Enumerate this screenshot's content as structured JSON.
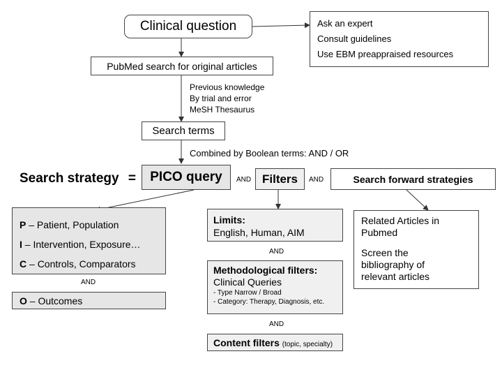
{
  "clinical_question": "Clinical question",
  "expert_options": [
    "Ask an expert",
    "Consult guidelines",
    "Use EBM preappraised resources"
  ],
  "pubmed_search": "PubMed search for original articles",
  "knowledge_sources": [
    "Previous knowledge",
    "By trial and error",
    "MeSH Thesaurus"
  ],
  "search_terms": "Search terms",
  "combined_by": "Combined by Boolean terms:  AND / OR",
  "strategy": {
    "label": "Search strategy",
    "equals": "=",
    "pico": "PICO query",
    "and1": "AND",
    "filters": "Filters",
    "and2": "AND",
    "forward": "Search forward strategies"
  },
  "pico_items": [
    {
      "letter": "P",
      "text": " – Patient, Population"
    },
    {
      "letter": "I",
      "text": " – Intervention, Exposure…"
    },
    {
      "letter": "C",
      "text": " – Controls, Comparators"
    }
  ],
  "pico_and": "AND",
  "outcomes": {
    "letter": "O",
    "text": " – Outcomes"
  },
  "limits": {
    "title": "Limits:",
    "text": "English, Human, AIM"
  },
  "limits_and": "AND",
  "methodological": {
    "title": "Methodological filters:",
    "subtitle": "Clinical Queries",
    "items": [
      "- Type Narrow / Broad",
      "- Category: Therapy, Diagnosis, etc."
    ]
  },
  "method_and": "AND",
  "content_filters": {
    "title": "Content filters",
    "detail": "(topic, specialty)"
  },
  "forward_box": {
    "line1": [
      "Related Articles in",
      "Pubmed"
    ],
    "line2": [
      "Screen the",
      "bibliography of",
      "relevant articles"
    ]
  }
}
